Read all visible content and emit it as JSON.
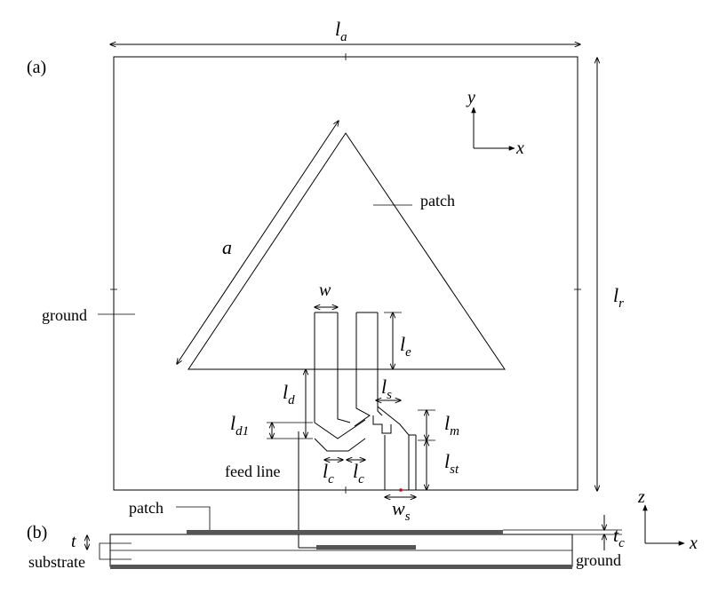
{
  "panel_a": {
    "tag": "(a)",
    "dims": {
      "la": {
        "main": "l",
        "sub": "a"
      },
      "lr": {
        "main": "l",
        "sub": "r"
      },
      "a": "a",
      "w": "w",
      "le": {
        "main": "l",
        "sub": "e"
      },
      "ld": {
        "main": "l",
        "sub": "d"
      },
      "ld1": {
        "main": "l",
        "sub": "d1"
      },
      "ls": {
        "main": "l",
        "sub": "s"
      },
      "lm": {
        "main": "l",
        "sub": "m"
      },
      "lst": {
        "main": "l",
        "sub": "st"
      },
      "lc": {
        "main": "l",
        "sub": "c"
      },
      "ws": {
        "main": "w",
        "sub": "s"
      }
    },
    "labels": {
      "patch": "patch",
      "ground": "ground",
      "feed_line": "feed line"
    },
    "axes": {
      "y": "y",
      "x": "x"
    }
  },
  "panel_b": {
    "tag": "(b)",
    "labels": {
      "patch": "patch",
      "substrate": "substrate",
      "ground": "ground"
    },
    "dims": {
      "t": "t",
      "tc": {
        "main": "t",
        "sub": "c"
      }
    },
    "axes": {
      "z": "z",
      "x": "x"
    }
  },
  "colors": {
    "line": "#000000",
    "patch_fill": "#555555",
    "ground_fill": "#555555",
    "marker": "#cc0000"
  }
}
